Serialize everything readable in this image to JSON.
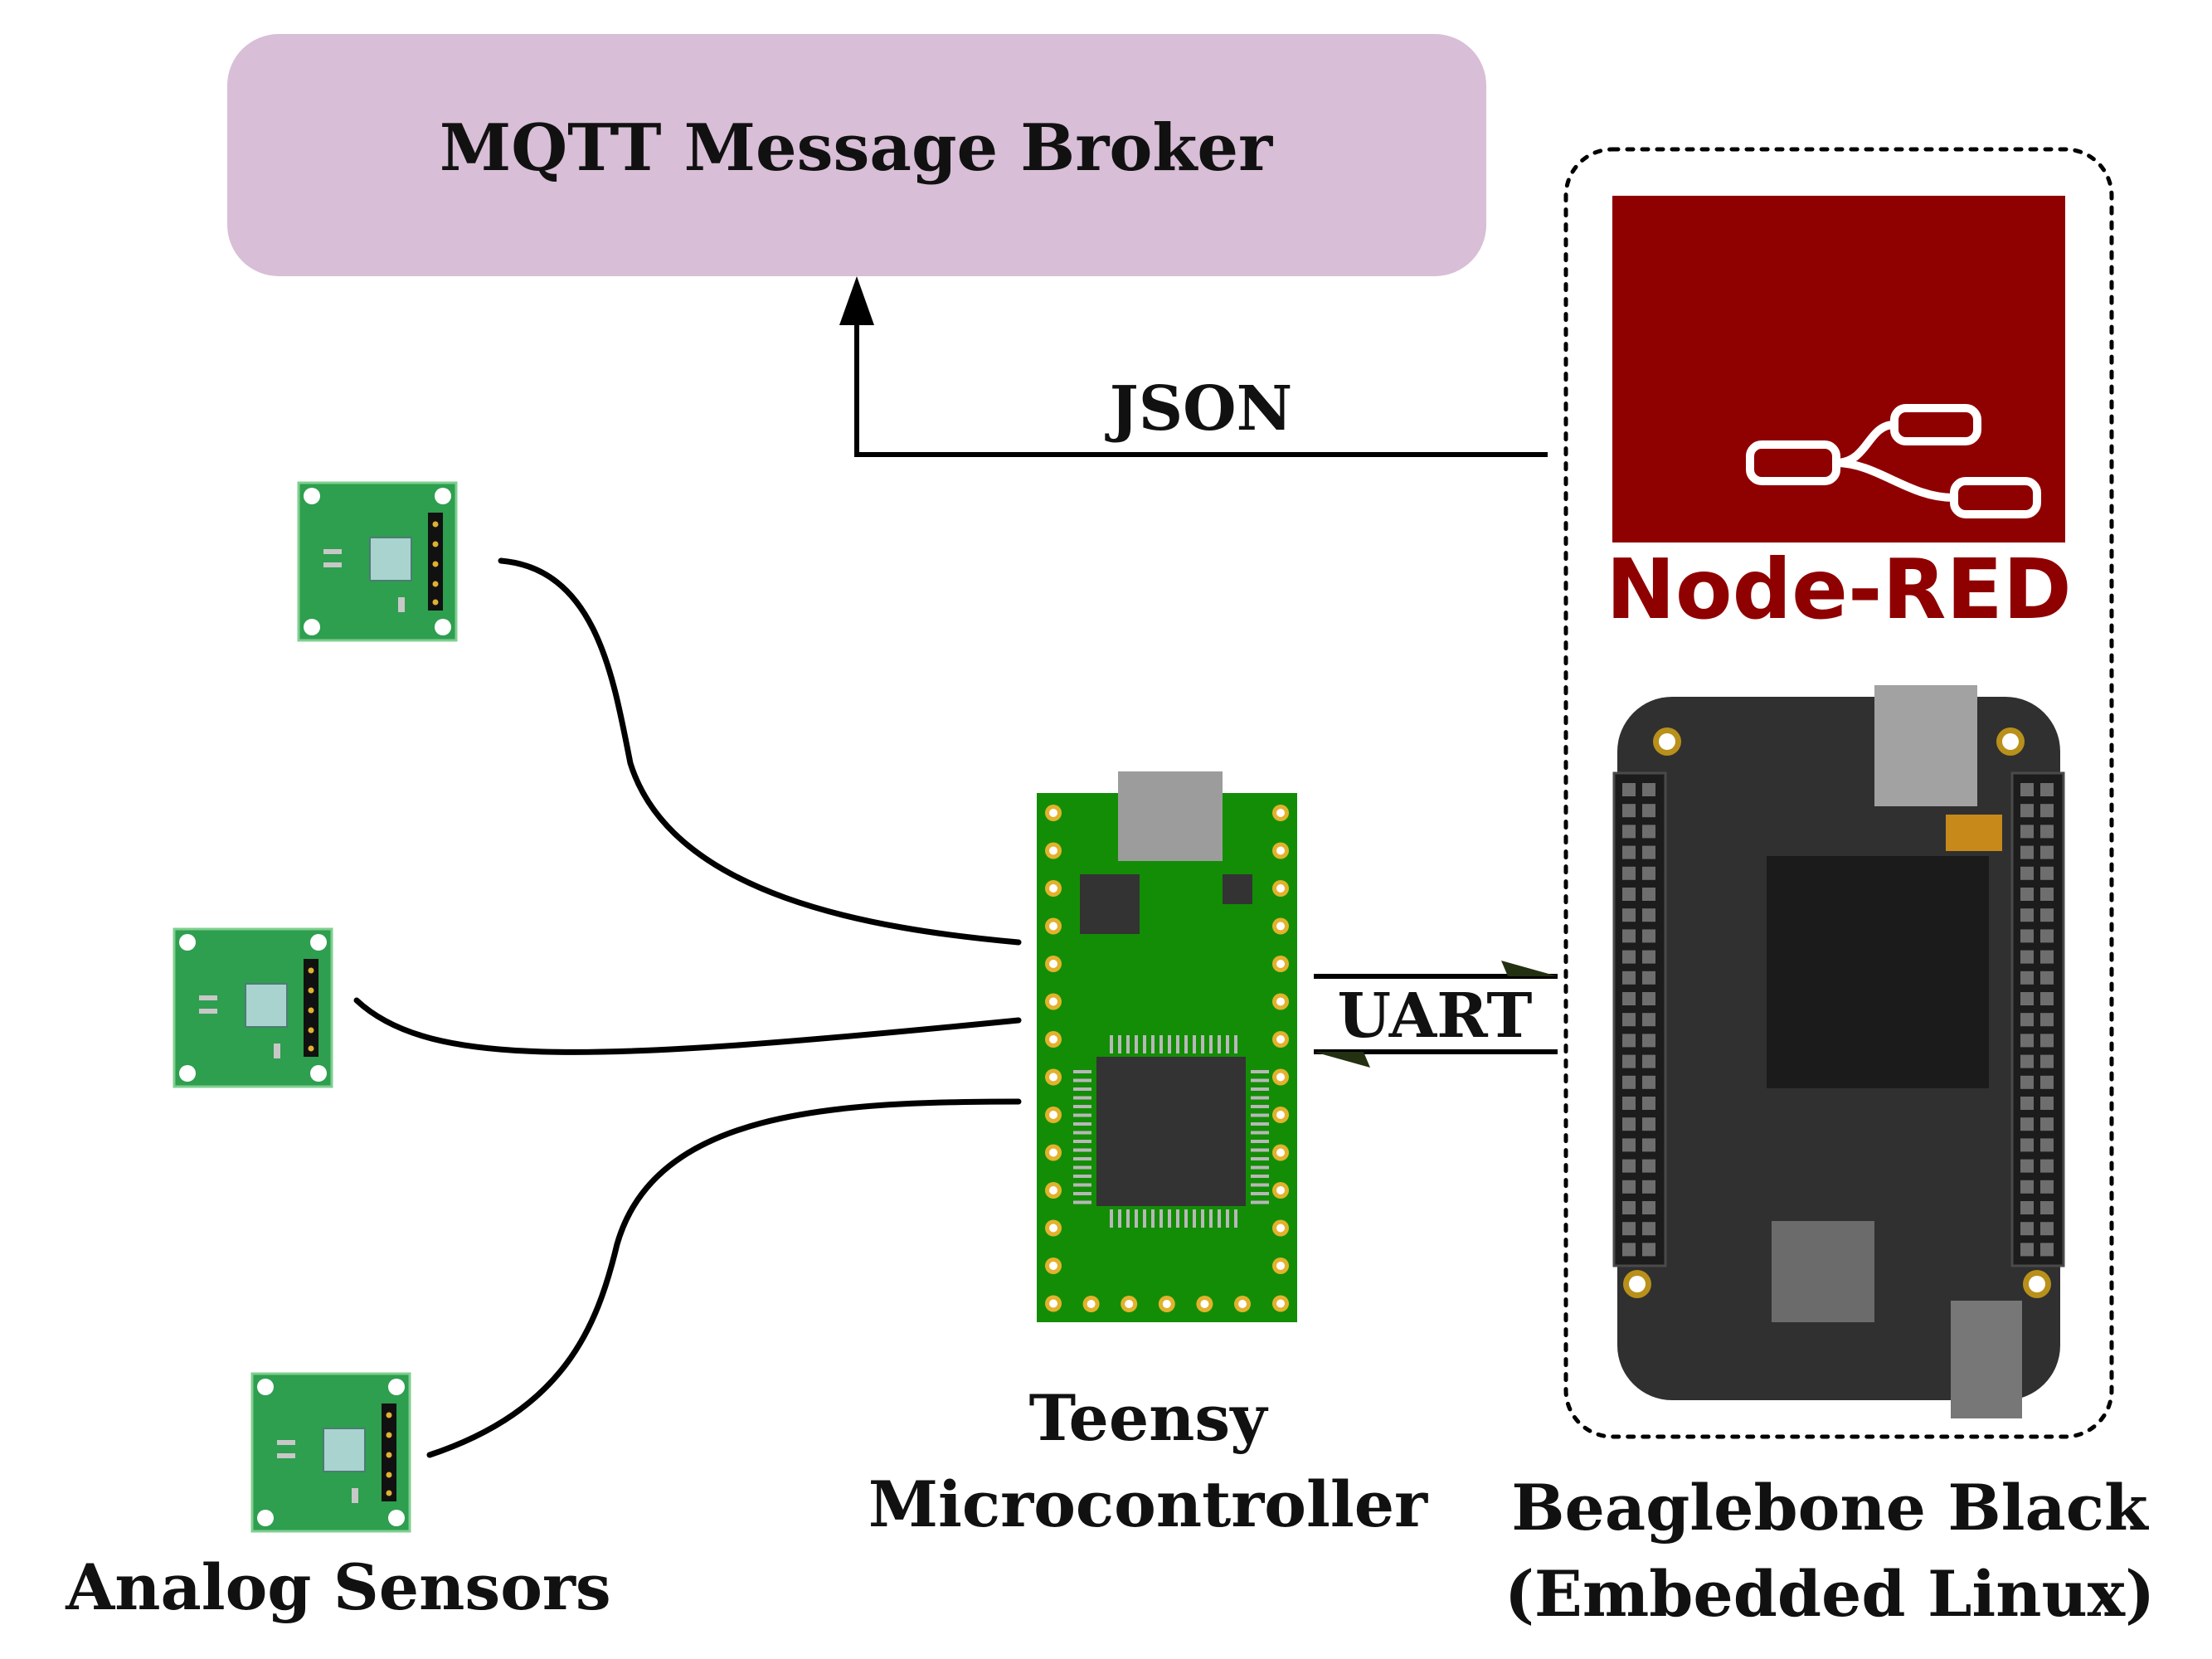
{
  "broker": {
    "label": "MQTT Message Broker"
  },
  "json_link": {
    "label": "JSON"
  },
  "uart_link": {
    "label": "UART"
  },
  "node_red": {
    "label": "Node-RED"
  },
  "sensors": {
    "label": "Analog Sensors"
  },
  "teensy": {
    "label_line1": "Teensy",
    "label_line2": "Microcontroller"
  },
  "beaglebone": {
    "label_line1": "Beaglebone Black",
    "label_line2": "(Embedded Linux)"
  },
  "colors": {
    "broker_fill": "#d8bed6",
    "node_red": "#8f0000",
    "pcb_green": "#2e9e4f",
    "teensy_green": "#138d06",
    "beaglebone_body": "#303030",
    "gold": "#b8901a",
    "connector_gray": "#9a9a9a"
  }
}
